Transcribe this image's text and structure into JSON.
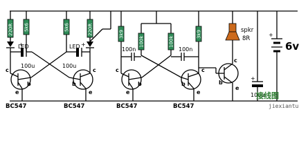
{
  "circuit": {
    "resistors": [
      "220R",
      "5k6",
      "5k6",
      "220R",
      "3k9",
      "100k",
      "100k",
      "3k9"
    ],
    "caps": [
      "100u",
      "100u",
      "100n",
      "100n",
      "100u"
    ],
    "led_labels": [
      "LED",
      "LED"
    ],
    "transistors": [
      "BC547",
      "BC547",
      "BC547",
      "BC547"
    ],
    "pins": {
      "c": "c",
      "b": "b",
      "e": "e"
    },
    "speaker": {
      "name": "spkr",
      "value": "8R"
    },
    "supply": "6v",
    "plus": "+"
  },
  "watermark": {
    "cn": "接线图",
    "url": "jiexiantu"
  }
}
